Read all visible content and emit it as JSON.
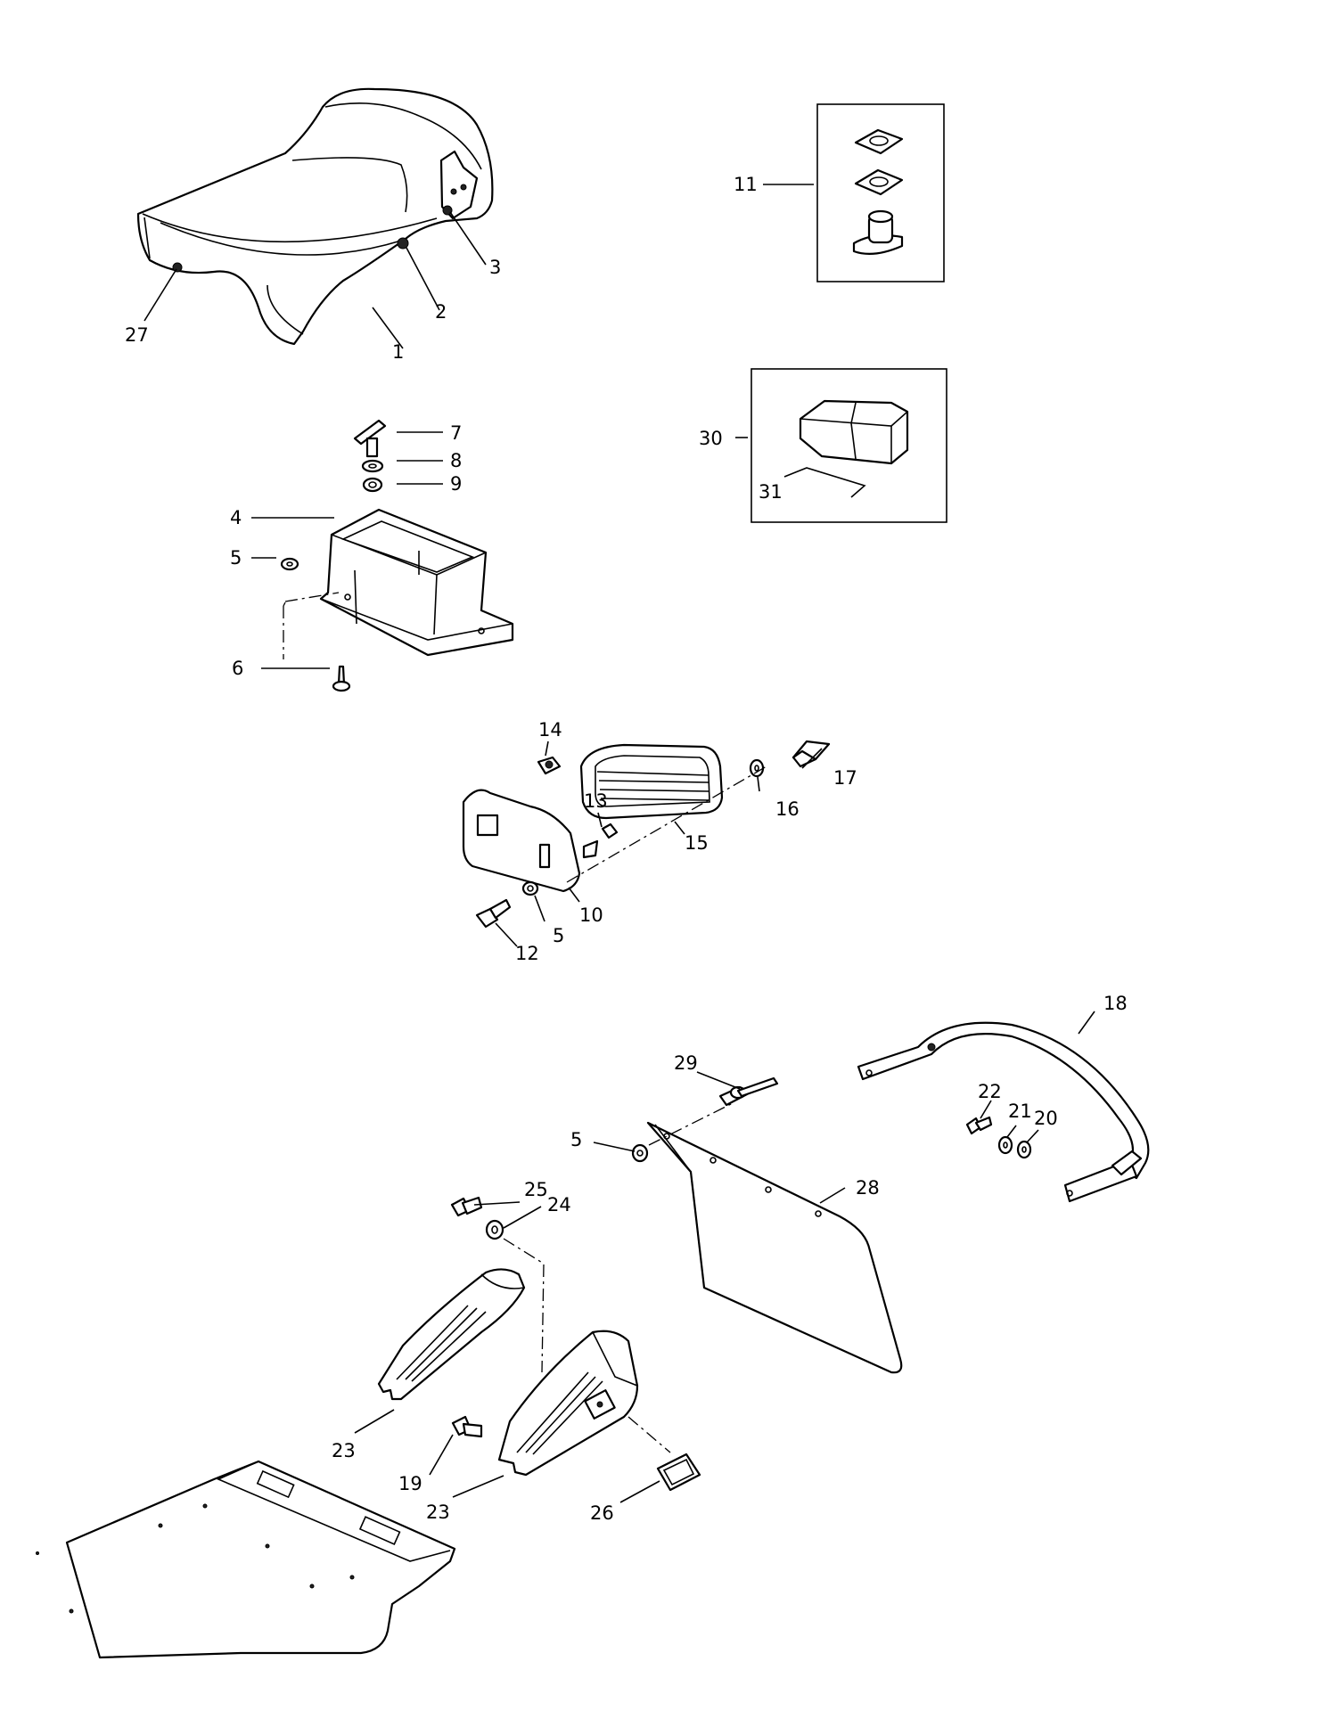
{
  "callouts": [
    {
      "id": "c1",
      "text": "1"
    },
    {
      "id": "c2",
      "text": "2"
    },
    {
      "id": "c3",
      "text": "3"
    },
    {
      "id": "c27",
      "text": "27"
    },
    {
      "id": "c11",
      "text": "11"
    },
    {
      "id": "c30",
      "text": "30"
    },
    {
      "id": "c31",
      "text": "31"
    },
    {
      "id": "c7",
      "text": "7"
    },
    {
      "id": "c8",
      "text": "8"
    },
    {
      "id": "c9",
      "text": "9"
    },
    {
      "id": "c4",
      "text": "4"
    },
    {
      "id": "c5a",
      "text": "5"
    },
    {
      "id": "c6",
      "text": "6"
    },
    {
      "id": "c14",
      "text": "14"
    },
    {
      "id": "c13",
      "text": "13"
    },
    {
      "id": "c17",
      "text": "17"
    },
    {
      "id": "c16",
      "text": "16"
    },
    {
      "id": "c15",
      "text": "15"
    },
    {
      "id": "c10",
      "text": "10"
    },
    {
      "id": "c5b",
      "text": "5"
    },
    {
      "id": "c12",
      "text": "12"
    },
    {
      "id": "c18",
      "text": "18"
    },
    {
      "id": "c29",
      "text": "29"
    },
    {
      "id": "c22",
      "text": "22"
    },
    {
      "id": "c21",
      "text": "21"
    },
    {
      "id": "c20",
      "text": "20"
    },
    {
      "id": "c5c",
      "text": "5"
    },
    {
      "id": "c28",
      "text": "28"
    },
    {
      "id": "c25",
      "text": "25"
    },
    {
      "id": "c24",
      "text": "24"
    },
    {
      "id": "c23a",
      "text": "23"
    },
    {
      "id": "c19",
      "text": "19"
    },
    {
      "id": "c23b",
      "text": "23"
    },
    {
      "id": "c26",
      "text": "26"
    }
  ]
}
